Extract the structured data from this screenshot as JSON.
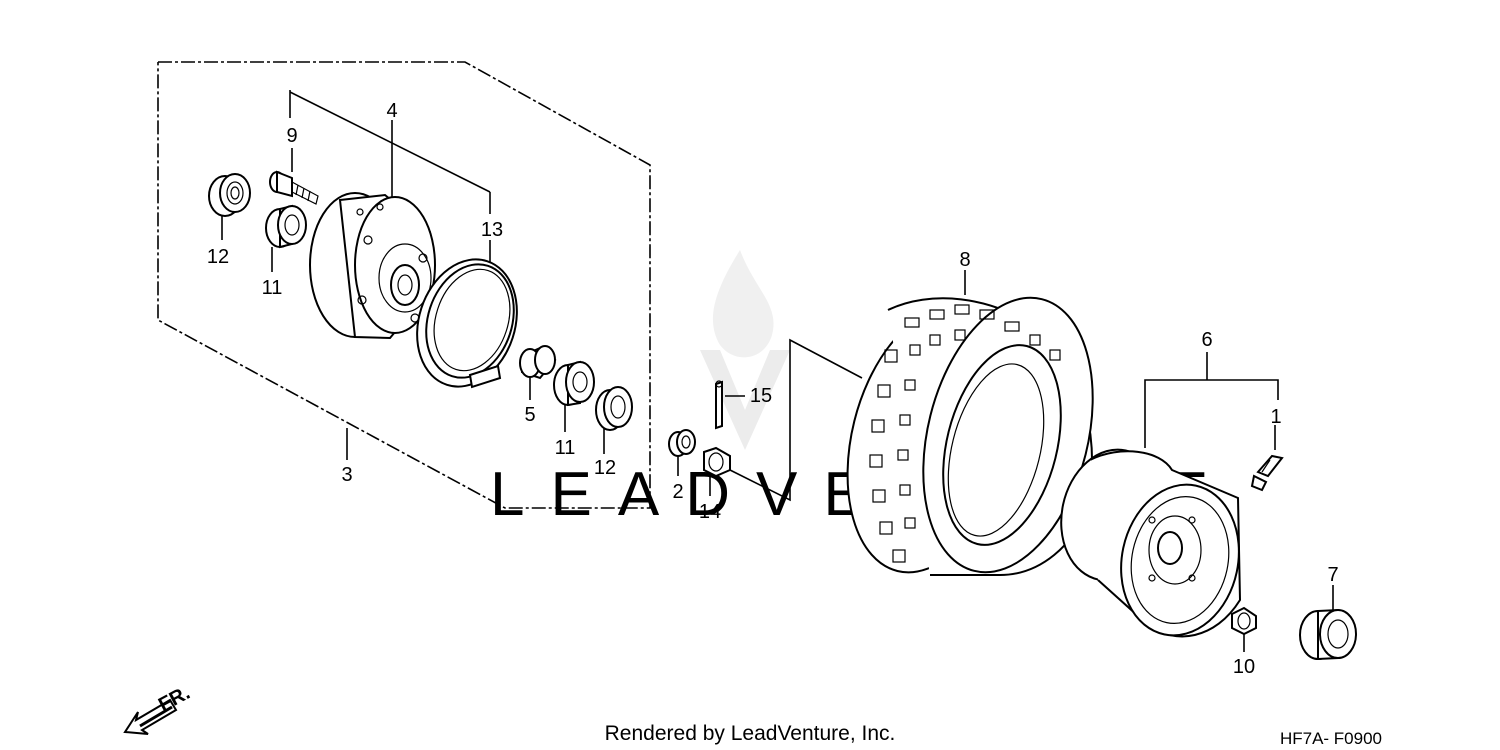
{
  "diagram": {
    "callouts": {
      "c1": "1",
      "c2": "2",
      "c3": "3",
      "c4": "4",
      "c5": "5",
      "c6": "6",
      "c7": "7",
      "c8": "8",
      "c9": "9",
      "c10": "10",
      "c11a": "11",
      "c11b": "11",
      "c12a": "12",
      "c12b": "12",
      "c13": "13",
      "c14": "14",
      "c15": "15"
    },
    "direction_label": "FR.",
    "footer_text": "Rendered by LeadVenture, Inc.",
    "diagram_code": "HF7A- F0900",
    "watermark_text": "LEADVENTURE"
  }
}
